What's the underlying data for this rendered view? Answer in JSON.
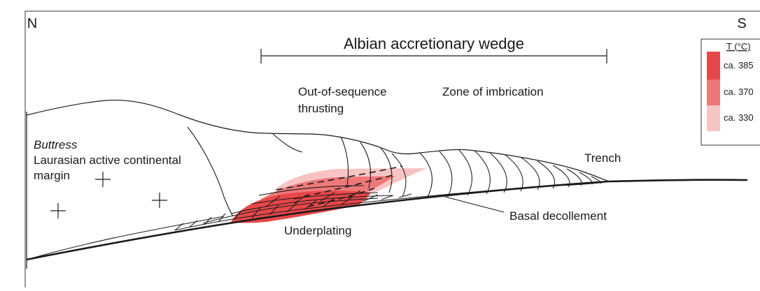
{
  "directions": {
    "north": "N",
    "south": "S"
  },
  "title": "Albian accretionary wedge",
  "labels": {
    "out_of_sequence_1": "Out-of-sequence",
    "out_of_sequence_2": "thrusting",
    "imbrication": "Zone of imbrication",
    "buttress": "Buttress",
    "laurasian_1": "Laurasian active continental",
    "laurasian_2": "margin",
    "trench": "Trench",
    "basal": "Basal decollement",
    "underplating": "Underplating"
  },
  "legend": {
    "title": "T (°C)",
    "items": [
      {
        "label": "ca. 385",
        "color": "#e8474a"
      },
      {
        "label": "ca. 370",
        "color": "#ee7878"
      },
      {
        "label": "ca. 330",
        "color": "#f7c4c3"
      }
    ]
  },
  "colors": {
    "line": "#1a1a1a",
    "high_temp": "#e8474a",
    "mid_temp": "#ee7878",
    "low_temp": "#f7c4c3"
  }
}
